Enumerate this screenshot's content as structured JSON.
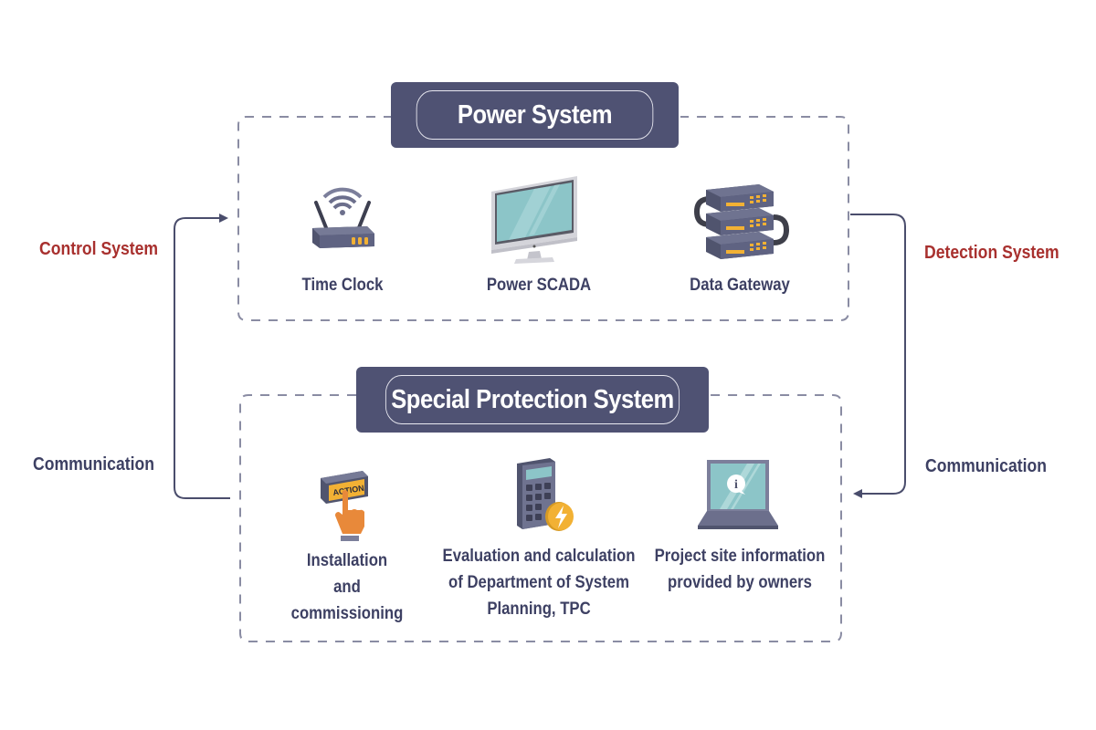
{
  "power_system": {
    "title": "Power System",
    "items": [
      {
        "label": "Time Clock",
        "icon": "router-icon"
      },
      {
        "label": "Power SCADA",
        "icon": "monitor-icon"
      },
      {
        "label": "Data Gateway",
        "icon": "server-stack-icon"
      }
    ]
  },
  "special_protection_system": {
    "title": "Special Protection System",
    "items": [
      {
        "lines": [
          "Installation",
          "and",
          "commissioning"
        ],
        "icon": "action-button-press-icon",
        "icon_text": "ACTION"
      },
      {
        "lines": [
          "Evaluation and calculation",
          "of Department of System",
          "Planning, TPC"
        ],
        "icon": "calculator-lightning-icon"
      },
      {
        "lines": [
          "Project site information",
          "provided by owners"
        ],
        "icon": "laptop-info-icon",
        "icon_text": "i"
      }
    ]
  },
  "left_flow": {
    "top_label": "Control System",
    "bottom_label": "Communication"
  },
  "right_flow": {
    "top_label": "Detection System",
    "bottom_label": "Communication"
  },
  "colors": {
    "title_bg": "#4f5273",
    "text_navy": "#3d4063",
    "accent_red": "#a8302e",
    "dashed_border": "#8a8ca3",
    "icon_yellow": "#f2b134",
    "icon_orange": "#e8893a",
    "screen_teal": "#8cc5c8"
  }
}
